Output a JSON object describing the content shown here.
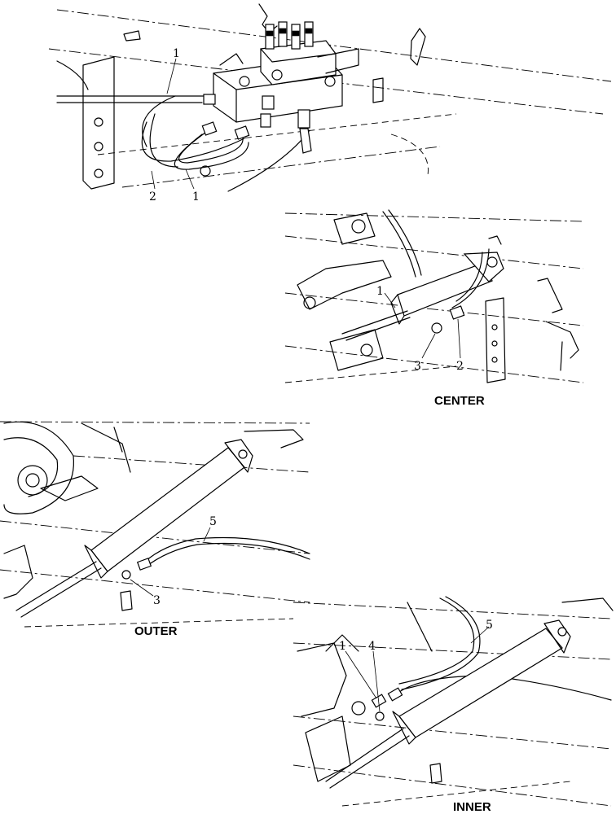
{
  "views": {
    "center": "CENTER",
    "outer": "OUTER",
    "inner": "INNER"
  },
  "callouts": {
    "valve": {
      "c1a": "1",
      "c2": "2",
      "c1b": "1"
    },
    "center": {
      "c1": "1",
      "c3": "3",
      "c2": "2"
    },
    "outer": {
      "c5": "5",
      "c3": "3"
    },
    "inner": {
      "c5": "5",
      "c1": "1",
      "c4": "4"
    }
  }
}
